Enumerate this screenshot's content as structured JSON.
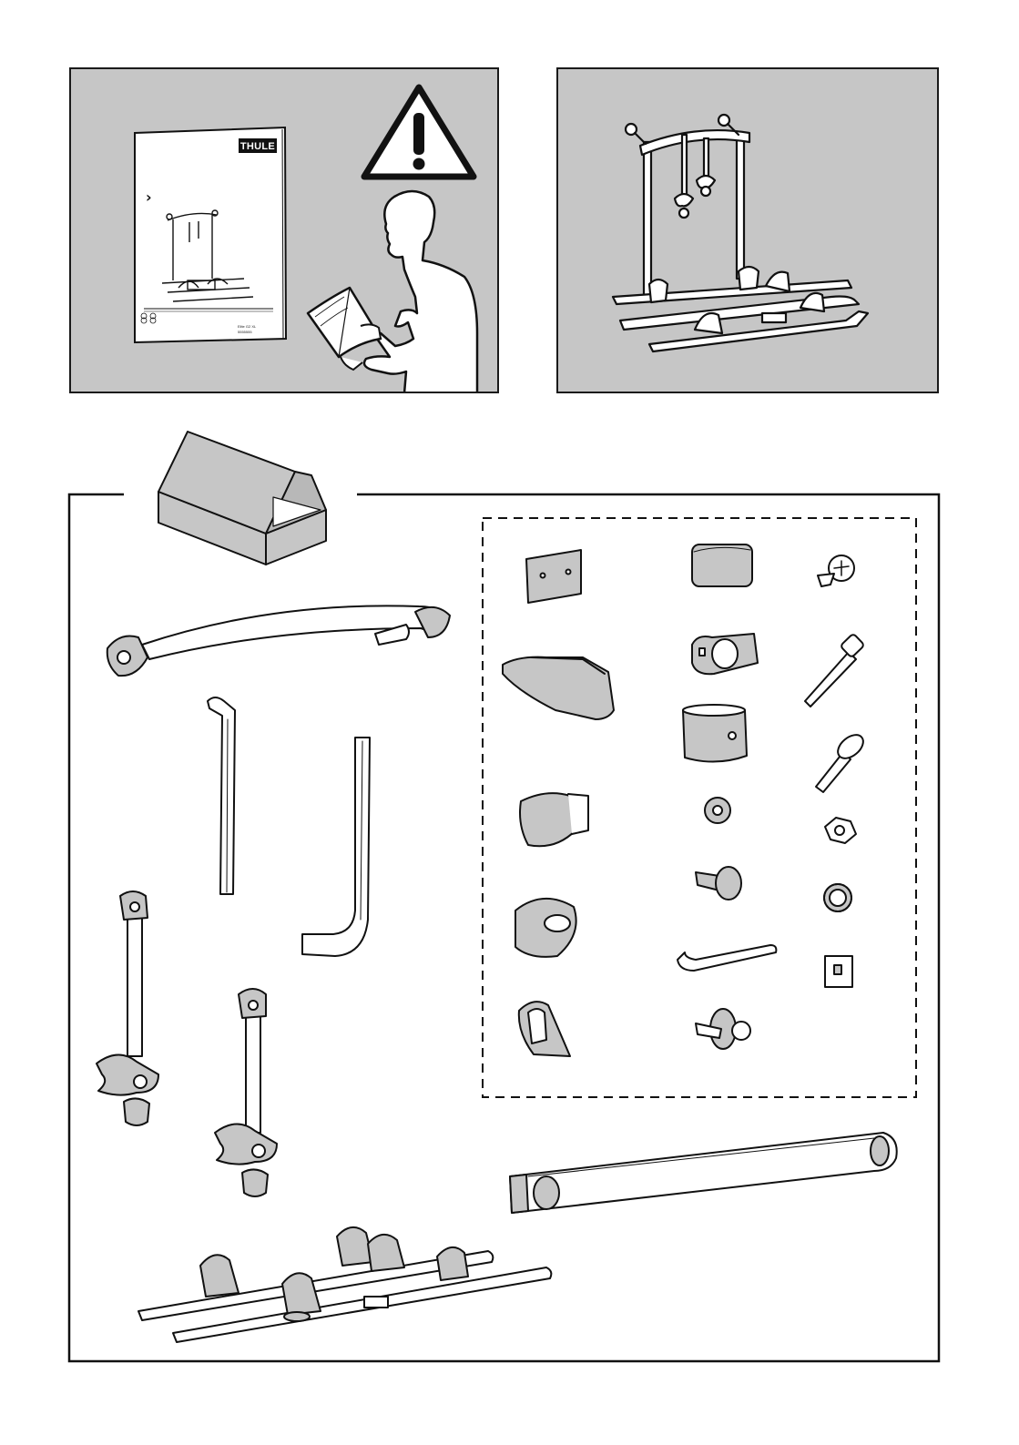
{
  "page": {
    "manual_cover": {
      "brand": "THULE",
      "arrow_glyph": "›",
      "fine_print_line1": "Elite G2 XL",
      "fine_print_line2": "5555555"
    },
    "icons": {
      "warning": "warning-triangle-icon",
      "reading_person": "person-reading-manual-icon",
      "box": "open-box-icon"
    },
    "parts": [
      "top-frame-arch",
      "short-straight-tube",
      "l-shaped-tube",
      "long-bike-arm",
      "short-bike-arm",
      "wheel-tray-base-assembly",
      "crossbar-tube",
      "metal-plate",
      "rubber-pad",
      "pan-head-screw",
      "end-cap",
      "tube-clamp",
      "long-hex-bolt",
      "sleeve-spacer",
      "carriage-bolt",
      "knob-cap",
      "rubber-washer",
      "hex-nut",
      "push-rivet-plug",
      "lock-washer",
      "strap-holder",
      "allen-key",
      "square-washer",
      "wheel-strap",
      "bolt-with-washer"
    ]
  }
}
